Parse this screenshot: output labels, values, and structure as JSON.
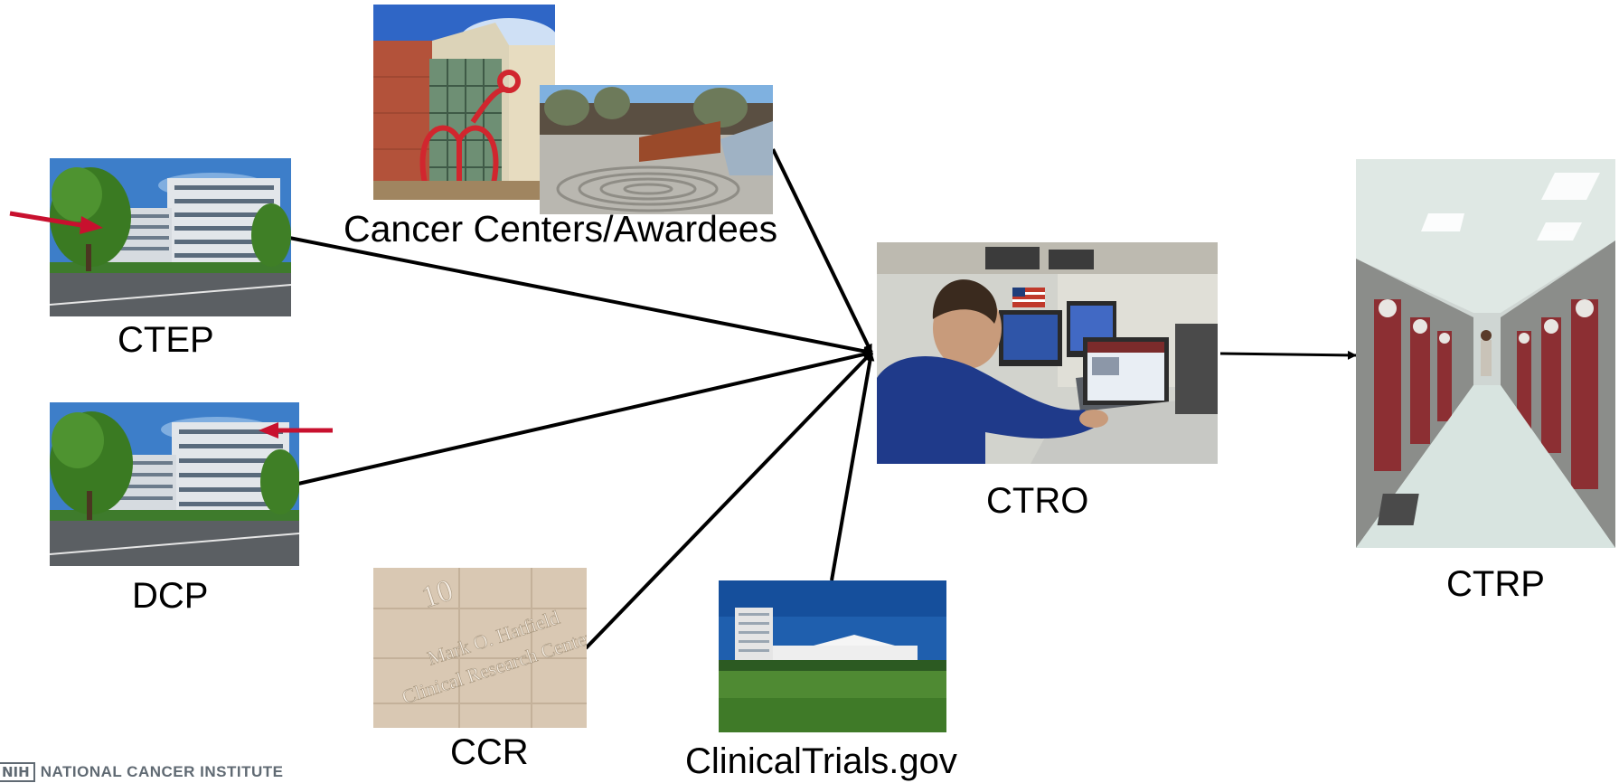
{
  "nodes": {
    "ctep": {
      "label": "CTEP"
    },
    "dcp": {
      "label": "DCP"
    },
    "cancer_centers": {
      "label": "Cancer Centers/Awardees"
    },
    "ccr": {
      "label": "CCR",
      "sign_number": "10",
      "sign_line1": "Mark O. Hatfield",
      "sign_line2": "Clinical Research Center"
    },
    "clinicaltrials": {
      "label": "ClinicalTrials.gov"
    },
    "ctro": {
      "label": "CTRO"
    },
    "ctrp": {
      "label": "CTRP"
    }
  },
  "edges": [
    {
      "from": "ctep",
      "to": "ctro"
    },
    {
      "from": "dcp",
      "to": "ctro"
    },
    {
      "from": "cancer_centers",
      "to": "ctro"
    },
    {
      "from": "ccr",
      "to": "ctro"
    },
    {
      "from": "clinicaltrials",
      "to": "ctro"
    },
    {
      "from": "ctro",
      "to": "ctrp"
    }
  ],
  "footer": {
    "nih_mark": "NIH",
    "org_name": "NATIONAL CANCER INSTITUTE"
  },
  "colors": {
    "arrow": "#000000",
    "highlight_arrow": "#c8102e"
  }
}
